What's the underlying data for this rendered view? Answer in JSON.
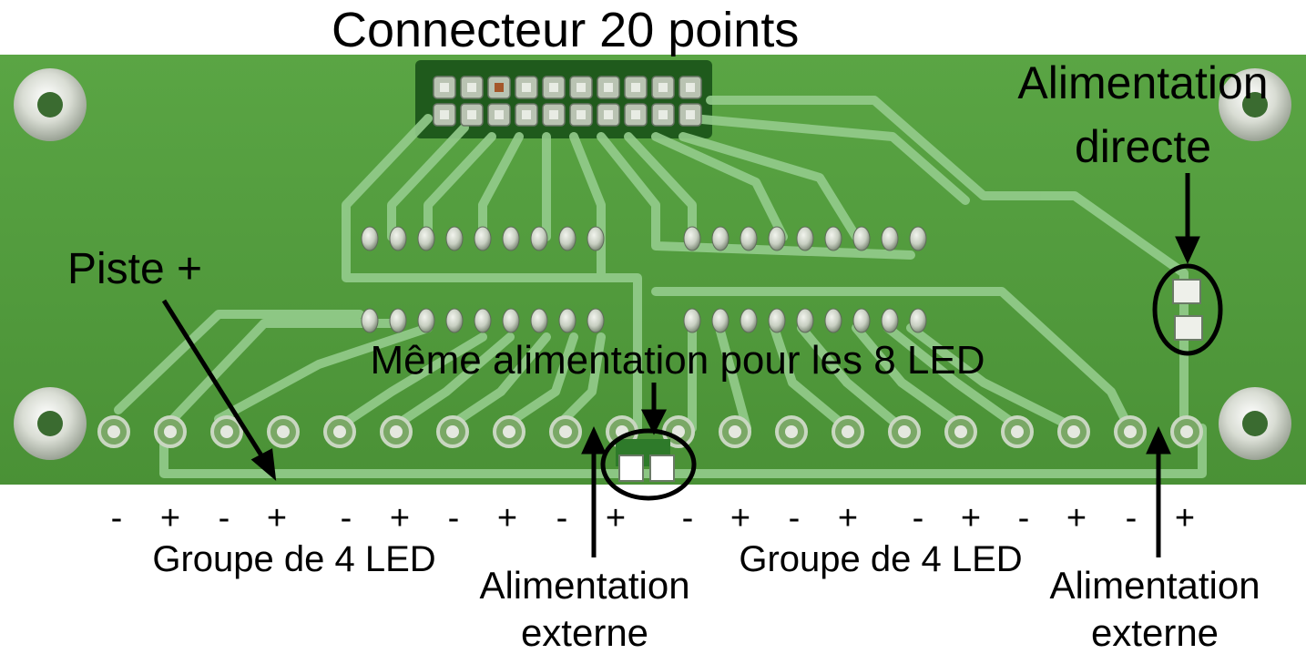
{
  "labels": {
    "connector": "Connecteur 20 points",
    "direct_power_line1": "Alimentation",
    "direct_power_line2": "directe",
    "plus_track": "Piste +",
    "same_power": "Même alimentation pour les 8 LED",
    "group_left": "Groupe de 4 LED",
    "group_right": "Groupe de 4 LED",
    "ext_power_center_line1": "Alimentation",
    "ext_power_center_line2": "externe",
    "ext_power_right_line1": "Alimentation",
    "ext_power_right_line2": "externe"
  },
  "polarity_signs": [
    "-",
    "+",
    "-",
    "+",
    "-",
    "+",
    "-",
    "+",
    "-",
    "+",
    "-",
    "+",
    "-",
    "+",
    "-",
    "+",
    "-",
    "+",
    "-",
    "+"
  ],
  "colors": {
    "pcb_green": "#4f9a3c",
    "trace_green": "#8fc98a",
    "pad_silver": "#c8cfc2",
    "label_black": "#000000"
  }
}
